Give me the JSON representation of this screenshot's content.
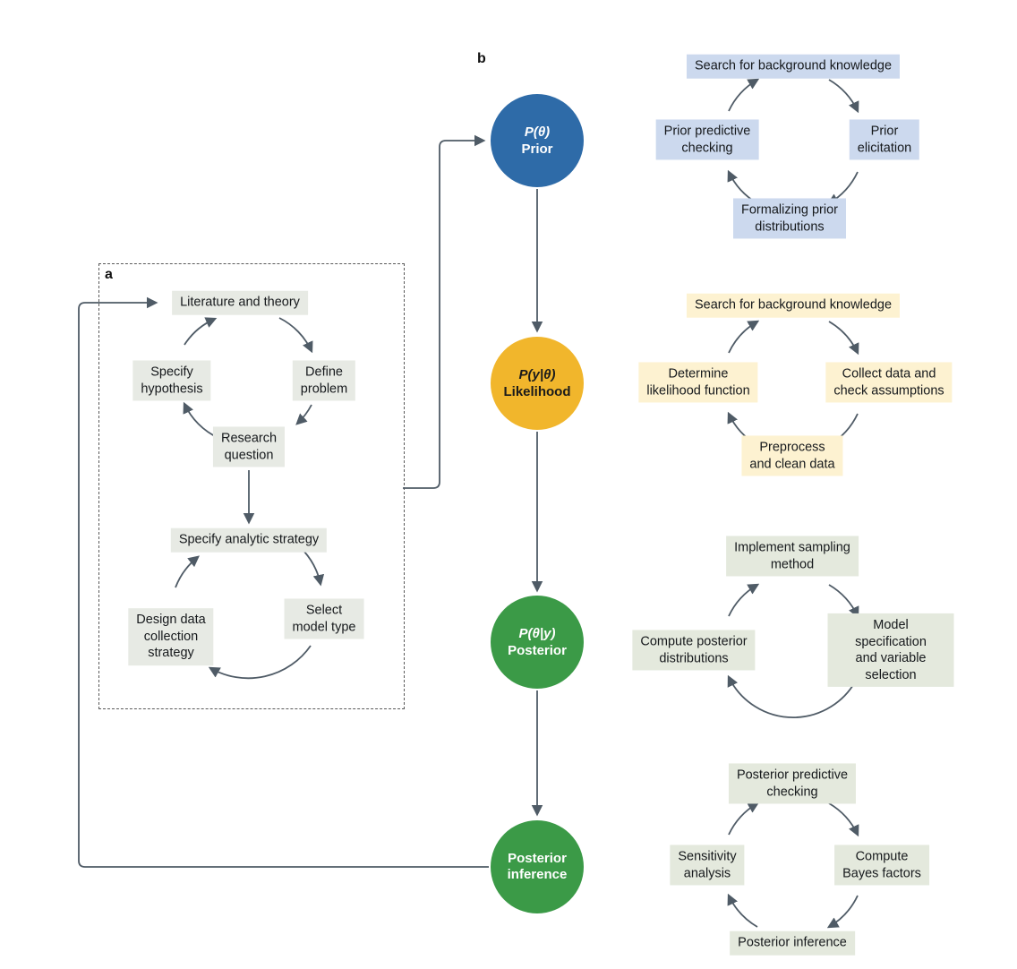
{
  "colors": {
    "arrow": "#4f5b66",
    "panel_a_box": "#e7eae4",
    "prior_circle": "#2e6ba8",
    "prior_box": "#ccd9ee",
    "likelihood_circle": "#f1b62c",
    "likelihood_box": "#fdf2d1",
    "posterior_circle": "#3b9a47",
    "posterior_box": "#e4e9dd"
  },
  "panel_a": {
    "label": "a",
    "box_color": "#e7eae4",
    "boxes": {
      "literature": "Literature and theory",
      "define_problem": "Define\nproblem",
      "research_question": "Research\nquestion",
      "specify_hypothesis": "Specify\nhypothesis",
      "analytic_strategy": "Specify analytic strategy",
      "select_model": "Select\nmodel type",
      "design_data": "Design data\ncollection\nstrategy"
    }
  },
  "panel_b": {
    "label": "b",
    "stages": [
      {
        "formula": "P(θ)",
        "name": "Prior",
        "circle_color": "#2e6ba8",
        "text_color": "#ffffff",
        "box_color": "#ccd9ee",
        "cycle": {
          "top": "Search for background knowledge",
          "right": "Prior\nelicitation",
          "bottom": "Formalizing prior\ndistributions",
          "left": "Prior predictive\nchecking"
        }
      },
      {
        "formula": "P(y|θ)",
        "name": "Likelihood",
        "circle_color": "#f1b62c",
        "text_color": "#1b1b1b",
        "box_color": "#fdf2d1",
        "cycle": {
          "top": "Search for background knowledge",
          "right": "Collect data and\ncheck assumptions",
          "bottom": "Preprocess\nand clean data",
          "left": "Determine\nlikelihood function"
        }
      },
      {
        "formula": "P(θ|y)",
        "name": "Posterior",
        "circle_color": "#3b9a47",
        "text_color": "#ffffff",
        "box_color": "#e4e9dd",
        "cycle": {
          "top": "Implement sampling\nmethod",
          "right": "Model specification\nand variable selection",
          "left": "Compute posterior\ndistributions"
        }
      },
      {
        "formula": "",
        "name": "Posterior\ninference",
        "circle_color": "#3b9a47",
        "text_color": "#ffffff",
        "box_color": "#e4e9dd",
        "cycle": {
          "top": "Posterior predictive\nchecking",
          "right": "Compute\nBayes factors",
          "bottom": "Posterior inference",
          "left": "Sensitivity\nanalysis"
        }
      }
    ]
  }
}
